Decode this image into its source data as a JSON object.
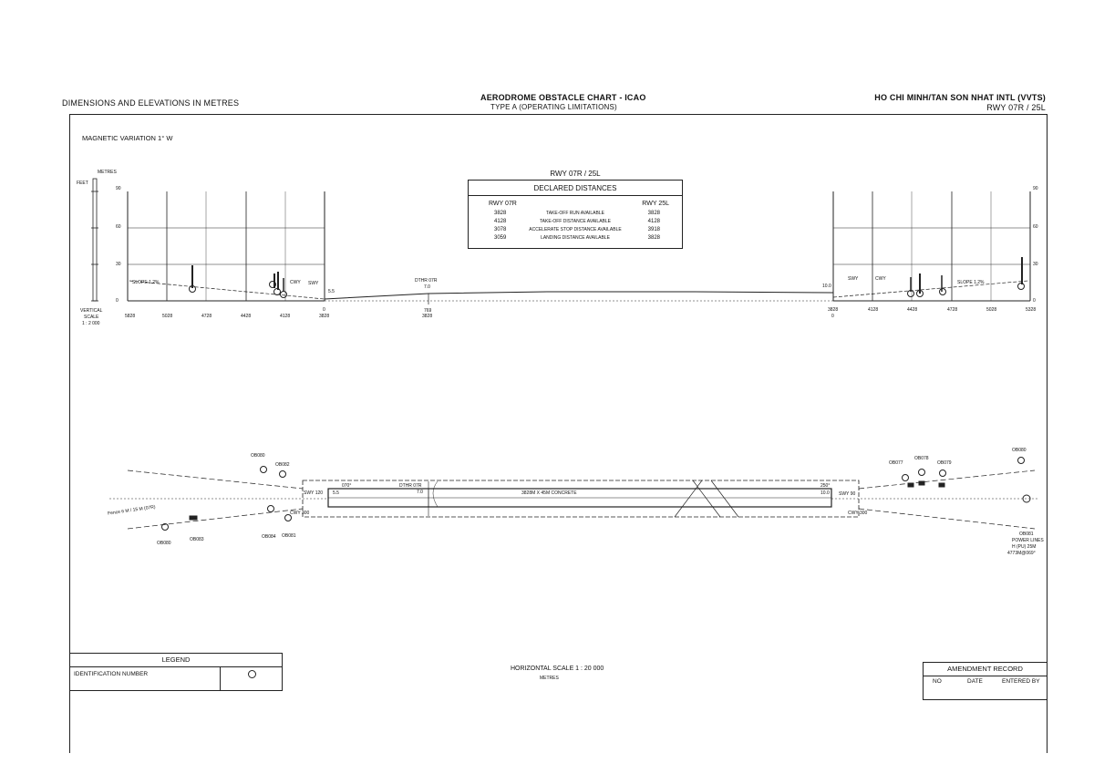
{
  "header": {
    "left": "DIMENSIONS AND ELEVATIONS IN METRES",
    "center_title": "AERODROME OBSTACLE CHART - ICAO",
    "center_subtitle": "TYPE A (OPERATING LIMITATIONS)",
    "right_title": "HO CHI MINH/TAN SON NHAT INTL (VVTS)",
    "right_subtitle": "RWY 07R / 25L"
  },
  "magnetic_variation": "MAGNETIC VARIATION 1° W",
  "vertical_scale": {
    "feet_label": "FEET",
    "metres_label": "METRES",
    "label_vertical": "VERTICAL",
    "label_scale": "SCALE",
    "label_ratio": "1 : 2 000"
  },
  "declared_distances": {
    "runway": "RWY 07R / 25L",
    "title": "DECLARED DISTANCES",
    "col_left": "RWY 07R",
    "col_right": "RWY 25L",
    "rows": [
      {
        "left": "3828",
        "label": "TAKE-OFF RUN AVAILABLE",
        "right": "3828"
      },
      {
        "left": "4128",
        "label": "TAKE-OFF DISTANCE AVAILABLE",
        "right": "4128"
      },
      {
        "left": "3078",
        "label": "ACCELERATE STOP DISTANCE AVAILABLE",
        "right": "3918"
      },
      {
        "left": "3059",
        "label": "LANDING DISTANCE AVAILABLE",
        "right": "3828"
      }
    ]
  },
  "profile": {
    "slope_left": "SLOPE 1.2%",
    "slope_right": "SLOPE 1.2%",
    "cwy": "CWY",
    "swy": "SWY",
    "elev_left": "5.5",
    "elev_right": "10.0",
    "dthr_label": "DTHR 07R",
    "dthr_elev": "7.0",
    "left_ticks": [
      "5828",
      "5028",
      "4728",
      "4428",
      "4128",
      "3828"
    ],
    "right_ticks": [
      "3828",
      "4128",
      "4428",
      "4728",
      "5028",
      "5328"
    ],
    "mid_ticks": [
      "0",
      "769",
      "3828",
      "0"
    ],
    "right_axis_ticks": [
      "90",
      "60",
      "30",
      "0"
    ],
    "left_axis_ticks": [
      "90",
      "60",
      "30",
      "0"
    ]
  },
  "plan": {
    "runway_label": "3828M X 45M CONCRETE",
    "dthr_label": "DTHR 07R",
    "dthr_elev": "7.0",
    "bearing_left": "070°",
    "bearing_right": "250°",
    "swy_left": "SWY 120",
    "cwy_left": "CWY 300",
    "swy_right": "SWY 90",
    "cwy_right": "CWY 300",
    "elev_left": "5.5",
    "elev_right": "10.0",
    "obstacles_left": [
      "OB080",
      "OB082",
      "OB080",
      "OB084",
      "OB081",
      "OB083"
    ],
    "obstacles_right": [
      "OB077",
      "OB078",
      "OB079",
      "OB080"
    ],
    "approach_left_note": "Fence 6 M / 15 M (07R)",
    "power_lines": [
      "OB081",
      "POWER LINES",
      "H (PU) 25M",
      "4773M@069°"
    ]
  },
  "footer": {
    "scale": "HORIZONTAL SCALE 1 : 20 000",
    "scale_unit": "METRES",
    "legend_title": "LEGEND",
    "legend_row": "IDENTIFICATION NUMBER",
    "amendment_title": "AMENDMENT RECORD",
    "amendment_cols": [
      "NO",
      "DATE",
      "ENTERED BY"
    ]
  }
}
